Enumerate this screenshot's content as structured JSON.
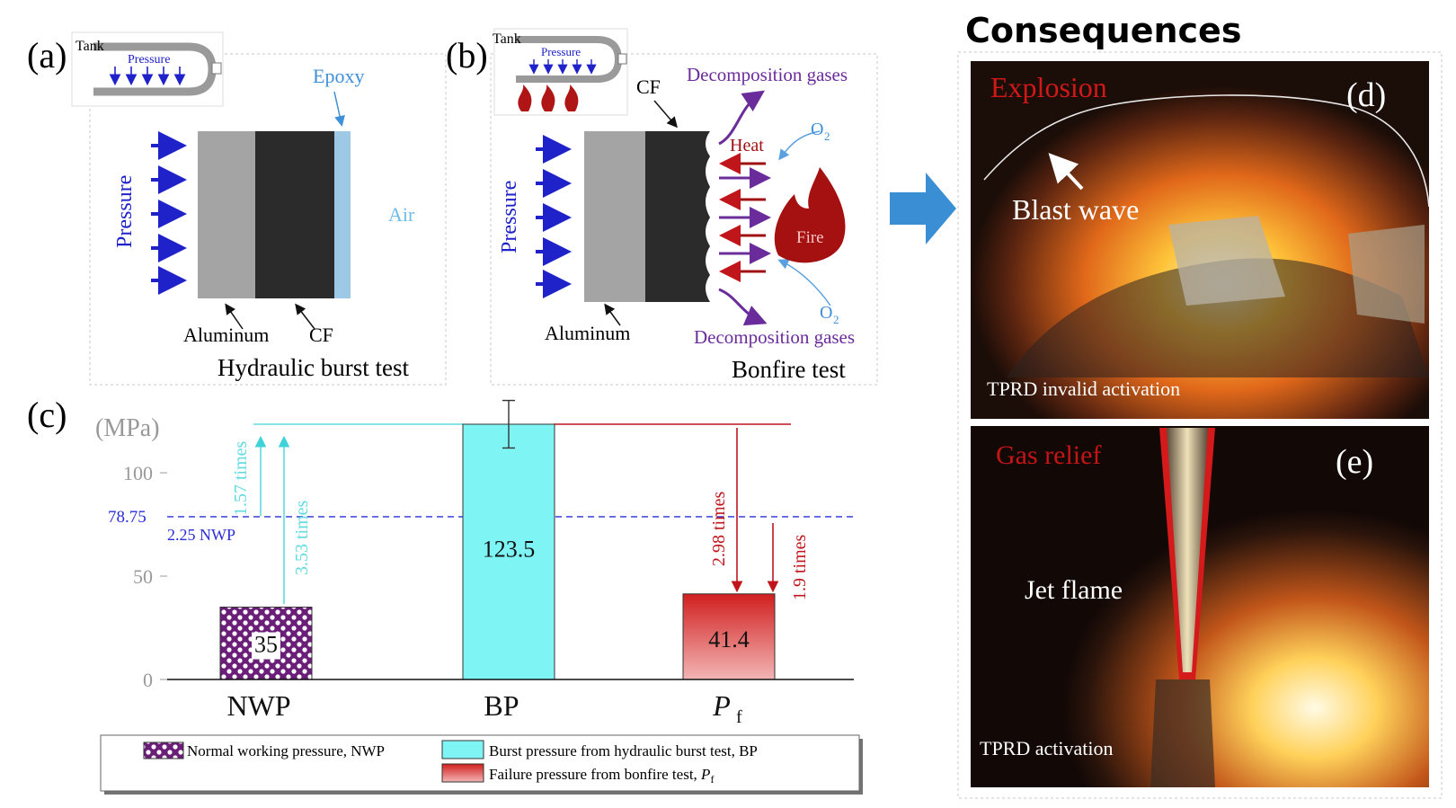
{
  "panel_a": {
    "label": "(a)",
    "tank": "Tank",
    "pressure_small": "Pressure",
    "epoxy": "Epoxy",
    "pressure": "Pressure",
    "air": "Air",
    "aluminum": "Aluminum",
    "cf": "CF",
    "title": "Hydraulic burst test"
  },
  "panel_b": {
    "label": "(b)",
    "tank": "Tank",
    "pressure_small": "Pressure",
    "cf": "CF",
    "decomp_top": "Decomposition gases",
    "o2_top": "O",
    "o2_bottom": "O",
    "o2_sub": "2",
    "heat": "Heat",
    "fire": "Fire",
    "pressure": "Pressure",
    "aluminum": "Aluminum",
    "decomp_bottom": "Decomposition gases",
    "title": "Bonfire test"
  },
  "consequences": {
    "heading": "Consequences",
    "panel_d": {
      "label": "(d)",
      "explosion": "Explosion",
      "blast_wave": "Blast wave",
      "tprd": "TPRD  invalid activation"
    },
    "panel_e": {
      "label": "(e)",
      "gas_relief": "Gas relief",
      "jet_flame": "Jet flame",
      "tprd": "TPRD  activation"
    }
  },
  "panel_c": {
    "label": "(c)",
    "ref_line": {
      "value": "78.75",
      "label": "2.25 NWP"
    },
    "ratios": {
      "bp_nwp_a": "1.57 times",
      "bp_nwp_b": "3.53 times",
      "bp_pf": "2.98 times",
      "ref_pf": "1.9 times"
    },
    "legend": {
      "nwp": "Normal working pressure, NWP",
      "bp": "Burst pressure from hydraulic burst test, BP",
      "pf_prefix": "Failure pressure from bonfire test, ",
      "pf_sym": "P",
      "pf_sub": "f"
    }
  },
  "chart_data": {
    "type": "bar",
    "ylabel": "(MPa)",
    "ylim": [
      0,
      123.5
    ],
    "yticks": [
      0,
      50,
      100
    ],
    "categories": [
      "NWP",
      "BP",
      "P"
    ],
    "category_subscripts": [
      "",
      "",
      "f"
    ],
    "values": [
      35,
      123.5,
      41.4
    ],
    "value_labels": [
      "35",
      "123.5",
      "41.4"
    ],
    "error_bar": {
      "category": "BP",
      "low": 112,
      "high": 135
    },
    "colors": [
      "#7b2a86",
      "#7ff4f4",
      "#d63a3a"
    ],
    "reference_line": 78.75
  }
}
